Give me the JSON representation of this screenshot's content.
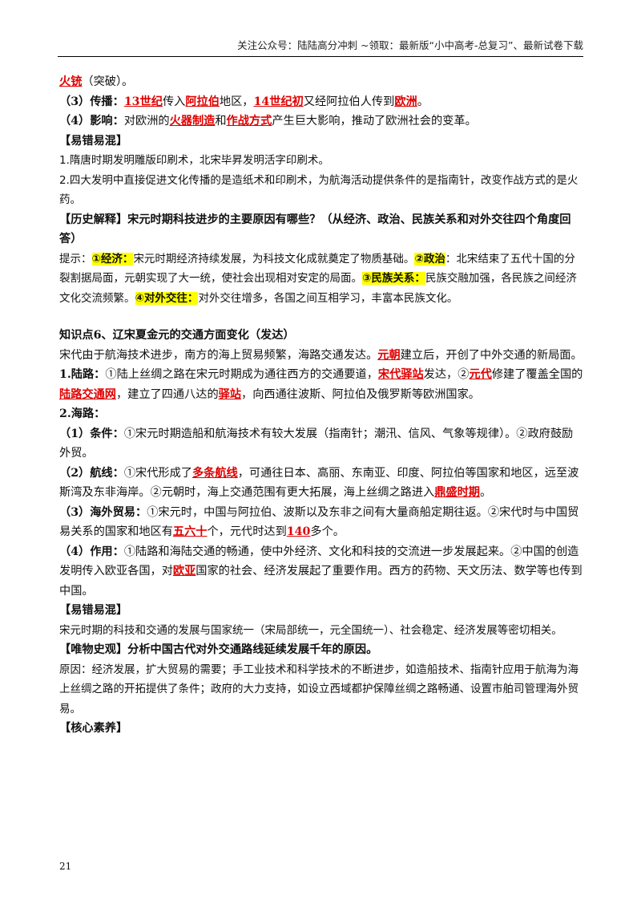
{
  "header": {
    "text": "关注公众号：陆陆高分冲刺 ~领取：最新版“小中高考-总复习”、最新试卷下载"
  },
  "lines": {
    "l1": {
      "r1": "火铳",
      "t1": "（突破）。"
    },
    "l2": {
      "t1": "（3）传播：",
      "r1": "13世纪",
      "t2": "传入",
      "r2": "阿拉伯",
      "t3": "地区，",
      "r3": "14世纪初",
      "t4": "又经阿拉伯人传到",
      "r4": "欧洲",
      "t5": "。"
    },
    "l3": {
      "t1": "（4）影响：",
      "t2": "对欧洲的",
      "r1": "火器制造",
      "t3": "和",
      "r2": "作战方式",
      "t4": "产生巨大影响，推动了欧洲社会的变革。"
    },
    "l4": {
      "t1": "【易错易混】"
    },
    "l5": {
      "t1": "1.隋唐时期发明雕版印刷术，北宋毕昇发明活字印刷术。"
    },
    "l6": {
      "t1": "2.四大发明中直接促进文化传播的是造纸术和印刷术，为航海活动提供条件的是指南针，改变作战方式的是火药。"
    },
    "l7": {
      "t1": "【历史解释】宋元时期科技进步的主要原因有哪些？（从经济、政治、民族关系和对外交往四个角度回答）"
    },
    "l8": {
      "t1": "提示：",
      "h1": "①经济：",
      "t2": "宋元时期经济持续发展，为科技文化成就奠定了物质基础。",
      "h2": "②政治",
      "t3": "：北宋结束了五代十国的分裂割据局面，元朝实现了大一统，使社会出现相对安定的局面。",
      "h3": "③民族关系：",
      "t4": "民族交融加强，各民族之间经济文化交流频繁。",
      "h4": "④对外交往：",
      "t5": "对外交往增多，各国之间互相学习，丰富本民族文化。"
    },
    "l9": {
      "t1": "知识点6、辽宋夏金元的交通方面变化（发达）"
    },
    "l10": {
      "t1": "宋代由于航海技术进步，南方的海上贸易频繁，海路交通发达。",
      "r1": "元朝",
      "t2": "建立后，开创了中外交通的新局面。"
    },
    "l11": {
      "t1": "1.陆路：",
      "t2": "①陆上丝绸之路在宋元时期成为通往西方的交通要道，",
      "r1": "宋代驿站",
      "t3": "发达，②",
      "r2": "元代",
      "t4": "修建了覆盖全国的",
      "r3": "陆路交通网",
      "t5": "，建立了四通八达的",
      "r4": "驿站",
      "t6": "，向西通往波斯、阿拉伯及俄罗斯等欧洲国家。"
    },
    "l12": {
      "t1": "2.海路："
    },
    "l13": {
      "t1": "（1）条件：",
      "t2": "①宋元时期造船和航海技术有较大发展（指南针；潮汛、信风、气象等规律）。②政府鼓励外贸。"
    },
    "l14": {
      "t1": "（2）航线：",
      "t2": "①宋代形成了",
      "r1": "多条航线",
      "t3": "，可通往日本、高丽、东南亚、印度、阿拉伯等国家和地区，远至波斯湾及东非海岸。②元朝时，海上交通范围有更大拓展，海上丝绸之路进入",
      "r2": "鼎盛时期",
      "t4": "。"
    },
    "l15": {
      "t1": "（3）海外贸易：",
      "t2": "①宋元时，中国与阿拉伯、波斯以及东非之间有大量商船定期往返。②宋代时与中国贸易关系的国家和地区有",
      "r1": "五六十",
      "t3": "个，元代时达到",
      "r2": "140",
      "t4": "多个。"
    },
    "l16": {
      "t1": "（4）作用：",
      "t2": "①陆路和海陆交通的畅通，使中外经济、文化和科技的交流进一步发展起来。②中国的创造发明传入欧亚各国，对",
      "r1": "欧亚",
      "t3": "国家的社会、经济发展起了重要作用。西方的药物、天文历法、数学等也传到中国。"
    },
    "l17": {
      "t1": "【易错易混】"
    },
    "l18": {
      "t1": "宋元时期的科技和交通的发展与国家统一（宋局部统一，元全国统一）、社会稳定、经济发展等密切相关。"
    },
    "l19": {
      "t1": "【唯物史观】分析中国古代对外交通路线延续发展千年的原因。"
    },
    "l20": {
      "t1": "原因：经济发展，扩大贸易的需要；手工业技术和科学技术的不断进步，如造船技术、指南针应用于航海为海上丝绸之路的开拓提供了条件；政府的大力支持，如设立西域都护保障丝绸之路畅通、设置市舶司管理海外贸易。"
    },
    "l21": {
      "t1": "【核心素养】"
    }
  },
  "footer": {
    "page_number": "21"
  }
}
